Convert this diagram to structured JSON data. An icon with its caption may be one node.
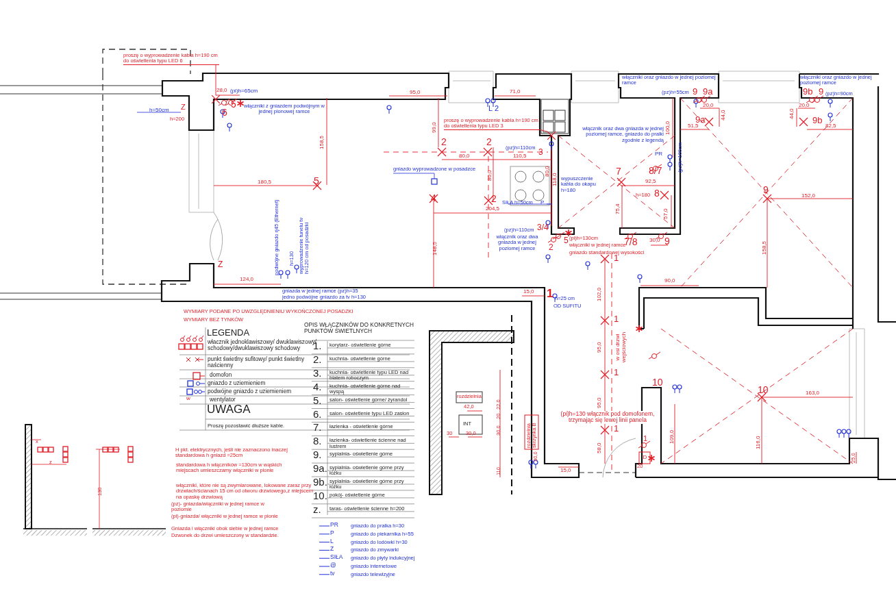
{
  "diagram": {
    "nodes": [
      {
        "text": [
          "proszę o wyprowadzenie kabla h=190 cm do oświetlenia typu LED 6"
        ]
      },
      {
        "text": [],
        "shape": "cross"
      },
      {
        "text": [
          "proszę o wyprowadzenie kabla h=190 cm do oświetlenia typu LED 3"
        ]
      },
      {
        "text": [],
        "shape": "cross"
      }
    ],
    "edges": [
      {
        "from": 0,
        "to": 1,
        "arrow": "none"
      },
      {
        "from": 2,
        "to": 3,
        "arrow": "none"
      }
    ],
    "labels": [
      "28,0",
      "(pi)h=65cm",
      "6",
      "5",
      "włączniki z gniazdem podwójnym w jednej pionowej ramce",
      "h=50cm",
      "Z",
      "h=200",
      "158,5",
      "180,5",
      "5",
      "95,0",
      "99,0",
      "L",
      "2",
      "71,0",
      "2",
      "2",
      "80,0",
      "110,5",
      "(pz)h=110cm",
      "3",
      "gniazdo wyprowadzone w posadzce",
      "80,0",
      "80,0",
      "118,0",
      "wypuszczenie kabla do okapu h=180",
      "4",
      "2",
      "SIŁA h=50cm",
      "P",
      "204,5",
      "148,5",
      "(pz)h=110cm",
      "3/4",
      "włącznik oraz dwa gniazda w jednej poziomej ramce",
      "5",
      "2",
      "(pi)h=130cm",
      "włączniki w jednej ramce",
      "gniazdo standardowej wysokości",
      "Z",
      "124,0",
      "podwójne gniazdo rj45 (Ethernet)",
      "h=130",
      "wyprowadzenie tunelu tv h=120 cm od posadzki",
      "gniazda w jednej ramce (pz)h=35",
      "jedno podwójne gniazdo za tv h=130",
      "15,0",
      "1",
      "h=25 cm",
      "OD SUFITU",
      "włączniki oraz gniazdo w jednej poziomej ramce",
      "(pz)h=55cm",
      "9",
      "9a",
      "20,0",
      "44,0",
      "100,0",
      "9a",
      "51,5",
      "włączniki oraz gniazdo w jednej poziomej ramce",
      "9b",
      "9",
      "(pz)h=90cm",
      "20,0",
      "44,0",
      "9b",
      "82,5",
      "włącznik oraz dwa gniazda w jednej poziomej ramce, gniazdo do pralki zgodnie z legendą",
      "PR",
      "(pz)h=100cm",
      "7",
      "8/7",
      "92,5",
      "h=180",
      "8",
      "75,4",
      "57,0",
      "7/8",
      "30,0",
      "9",
      "9",
      "152,0",
      "158,5",
      "1",
      "1",
      "1",
      "1",
      "102,0",
      "95,0",
      "95,0",
      "58,0",
      "w osi drzwi wejściowych",
      "90,0",
      "10",
      "10",
      "163,0",
      "109,0",
      "116,0",
      "25,0",
      "(pi)h=130 włącznik pod domofonem, trzymając się lewej linii panela",
      "1",
      "D",
      "20",
      "15,0",
      "30,0",
      "rozdzielnia skrzynka B",
      "rozdzielnia",
      "42,0",
      "INT",
      "30",
      "30,0",
      "22,0",
      "20",
      "30,0",
      "110",
      "WYMIARY PODANE PO UWZGLĘDNIENIU WYKOŃCZONEJ POSADZKI",
      "WYMIARY BEZ TYNKÓW",
      "LEGENDA",
      "UWAGA",
      "Proszę pozostawić dłuższe kable.",
      "H pkt. elektrycznych, jeśli nie zaznaczono inaczej standardowa h gniazd =25cm",
      "standardowa h włączników =130cm w wąskich miejscach umieszczamy włączniki w pionie",
      "włączniki, które nie są zwymiarowane, lokowane zaraz przy drzwiach/ścianach 15 cm od otworu drzwiowego,z miejscem na opaskę drzwiową",
      "(pz)- gniazda/włączniki w jednej ramce w poziomie",
      "(pi)-gniazda/ włączniki w jednej ramce w pionie",
      "Gniazda i włączniki obok siebie w jednej ramce",
      "Dzwonek do drzwi umieszczony w standardzie.",
      "OPIS WŁĄCZNIKÓW DO KONKRETNYCH PUNKTÓW ŚWIETLNYCH",
      "1.",
      "korytarz- oświetlenie górne",
      "2.",
      "kuchnia- oświetlenie górne",
      "3.",
      "kuchnia- oświetlenie typu LED nad blatem roboczym",
      "4.",
      "kuchnia- oświetlenie górne nad wyspą",
      "5.",
      "salon- oświetlenie górne/ żyrandol",
      "6.",
      "salon- oświetlenie typu LED zasłon",
      "7.",
      "łazienka - oświetlenie górne",
      "8.",
      "łazienka- oświetlenie ścienne nad lustrem",
      "9.",
      "sypialnia- oświetlenie górne",
      "9a.",
      "sypialnia- oświetlenie górne przy łóżku",
      "9b.",
      "sypialnia- oświetlenie górne przy łóżku",
      "10.",
      "pokój- oświetlenie górne",
      "z.",
      "taras- oświetlenie ścienne h=200",
      "PR",
      "gniazdo do pralka h=30",
      "P",
      "gniazdo do piekarnika h=55",
      "L",
      "gniazdo do lodówki h=30",
      "Z",
      "gniazdo do zmywarki",
      "SIŁA",
      "gniazdo do płyty indukcyjnej",
      "@",
      "gniazdo internetowe",
      "tv",
      "gniazdo telewizyjne",
      "x",
      "z",
      "130",
      "w"
    ],
    "legend": [
      {
        "text": "włacznik jednoklawiszowy/ dwuklawiszowy/ schodowy/dwuklawiszowy schodowy"
      },
      {
        "text": "punkt świetlny sufitowy/ punkt świetlny naścienny"
      },
      {
        "text": "domofon"
      },
      {
        "text": "gniazdo z uziemieniem"
      },
      {
        "text": "podwójne gniazdo z uziemieniem"
      },
      {
        "text": "wentylator"
      }
    ]
  }
}
